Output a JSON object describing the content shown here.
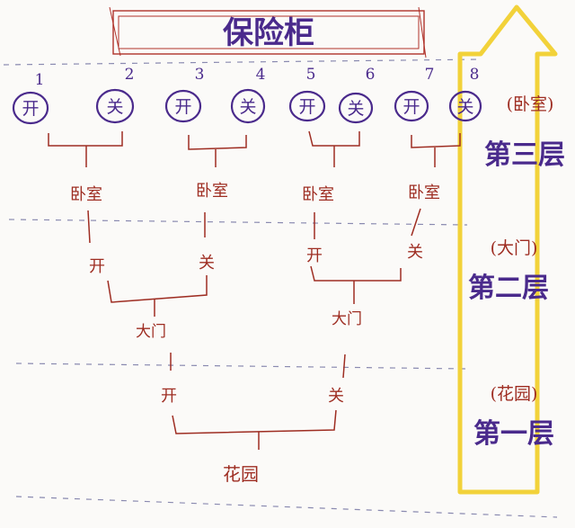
{
  "title": "保险柜",
  "colors": {
    "purple": "#4a2a8c",
    "red": "#9e2d22",
    "yellow": "#f2d23a",
    "dash": "#8a8ab0",
    "frame": "#b0322a"
  },
  "top_row": {
    "numbers": [
      "1",
      "2",
      "3",
      "4",
      "5",
      "6",
      "7",
      "8"
    ],
    "cells": [
      "开",
      "关",
      "开",
      "关",
      "开",
      "关",
      "开",
      "关"
    ]
  },
  "level3": {
    "group_labels": [
      "卧室",
      "卧室",
      "卧室",
      "卧室"
    ],
    "side_note": "(卧室)",
    "floor_label": "第三层"
  },
  "level2": {
    "switches": [
      "开",
      "关",
      "开",
      "关"
    ],
    "group_labels": [
      "大门",
      "大门"
    ],
    "side_note": "(大门)",
    "floor_label": "第二层"
  },
  "level1": {
    "switches": [
      "开",
      "关"
    ],
    "root_label": "花园",
    "side_note": "(花园)",
    "floor_label": "第一层"
  }
}
